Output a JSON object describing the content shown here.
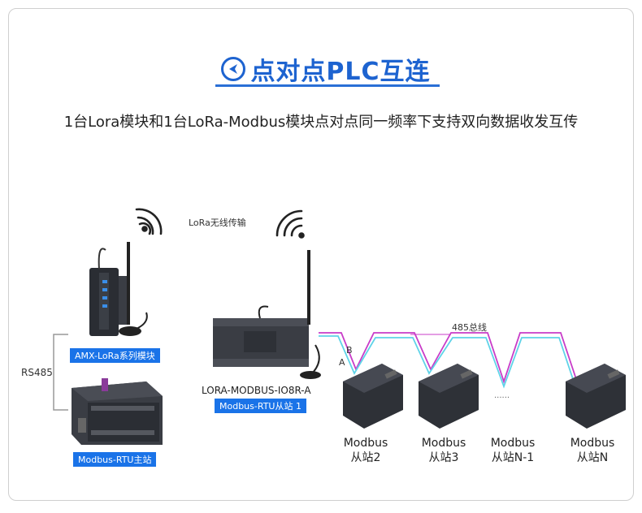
{
  "header": {
    "title": "点对点PLC互连",
    "subtitle": "1台Lora模块和1台LoRa-Modbus模块点对点同一频率下支持双向数据收发互传"
  },
  "wireless_label": "LoRa无线传输",
  "rs485_label": "RS485",
  "bus_label": "485总线",
  "bus_lines": {
    "b": "B",
    "a": "A"
  },
  "devices": {
    "lora_module_tag": "AMX-LoRa系列模块",
    "master_tag": "Modbus-RTU主站",
    "io_model": "LORA-MODBUS-IO8R-A",
    "io_slave_tag": "Modbus-RTU从站 1"
  },
  "slaves": [
    {
      "line1": "Modbus",
      "line2": "从站2"
    },
    {
      "line1": "Modbus",
      "line2": "从站3"
    },
    {
      "line1": "Modbus",
      "line2": "从站N-1"
    },
    {
      "line1": "Modbus",
      "line2": "从站N"
    }
  ],
  "ellipsis": "......",
  "colors": {
    "accent": "#1d63d0",
    "tag_bg": "#1a73e8",
    "bus_pink": "#c83cc8",
    "bus_cyan": "#5fd3e8"
  }
}
